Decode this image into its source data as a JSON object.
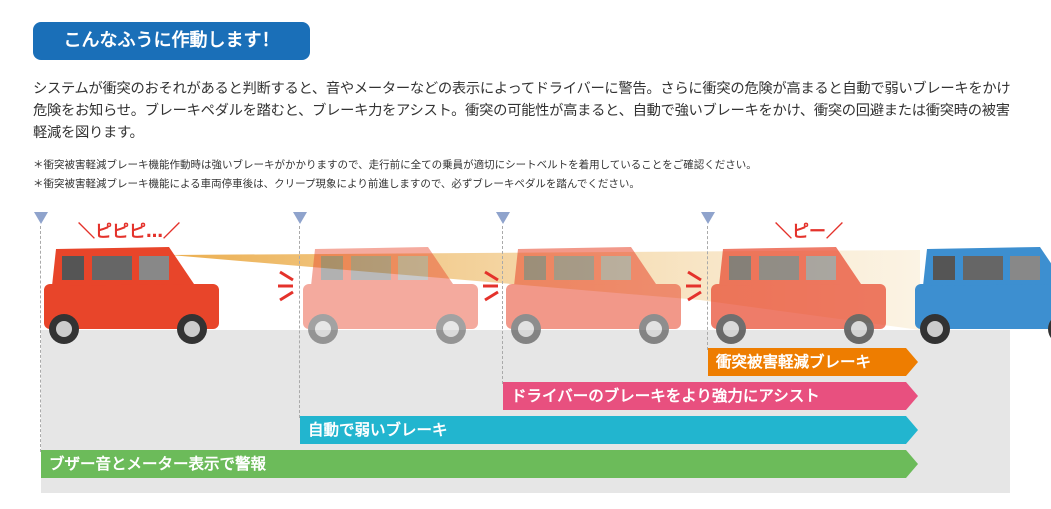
{
  "title": "こんなふうに作動します！",
  "paragraph": "システムが衝突のおそれがあると判断すると、音やメーターなどの表示によってドライバーに警告。さらに衝突の危険が高まると自動で弱いブレーキをかけ危険をお知らせ。ブレーキペダルを踏むと、ブレーキ力をアシスト。衝突の可能性が高まると、自動で強いブレーキをかけ、衝突の回避または衝突時の被害軽減を図ります。",
  "notes": [
    "＊衝突被害軽減ブレーキ機能作動時は強いブレーキがかかりますので、走行前に全ての乗員が適切にシートベルトを着用していることをご確認ください。",
    "＊衝突被害軽減ブレーキ機能による車両停車後は、クリープ現象により前進しますので、必ずブレーキペダルを踏んでください。"
  ],
  "sounds": {
    "first": "＼ピピピ…／",
    "second": "＼ピー／"
  },
  "stages": [
    {
      "label": "衝突被害軽減ブレーキ",
      "color": "#ee7d00"
    },
    {
      "label": "ドライバーのブレーキをより強力にアシスト",
      "color": "#e8507f"
    },
    {
      "label": "自動で弱いブレーキ",
      "color": "#22b5cf"
    },
    {
      "label": "ブザー音とメーター表示で警報",
      "color": "#6cbb5a"
    }
  ]
}
